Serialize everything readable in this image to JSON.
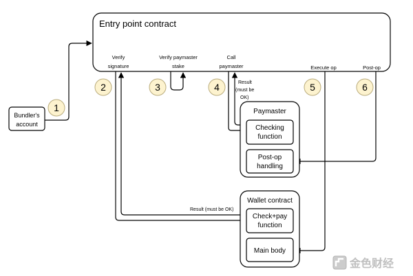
{
  "entry_point": {
    "title": "Entry point contract",
    "steps": [
      {
        "line1": "Verify",
        "line2": "signature"
      },
      {
        "line1": "Verify paymaster",
        "line2": "stake"
      },
      {
        "line1": "Call",
        "line2": "paymaster"
      },
      {
        "line1": "Execute op",
        "line2": ""
      },
      {
        "line1": "Post-op",
        "line2": ""
      }
    ]
  },
  "bundler": {
    "line1": "Bundler's",
    "line2": "account"
  },
  "badges": [
    "1",
    "2",
    "3",
    "4",
    "5",
    "6"
  ],
  "paymaster": {
    "title": "Paymaster",
    "checking": {
      "line1": "Checking",
      "line2": "function"
    },
    "postop": {
      "line1": "Post-op",
      "line2": "handling"
    }
  },
  "wallet": {
    "title": "Wallet contract",
    "checkpay": {
      "line1": "Check+pay",
      "line2": "function"
    },
    "mainbody": "Main body"
  },
  "annotations": {
    "result_paymaster": [
      "Result",
      "(must be",
      "OK)"
    ],
    "result_wallet": "Result (must be OK)"
  },
  "watermark": "金色财经",
  "colors": {
    "badge_fill": "#fdf3cf",
    "badge_stroke": "#b9ab7b",
    "watermark": "#bfbfbf"
  }
}
